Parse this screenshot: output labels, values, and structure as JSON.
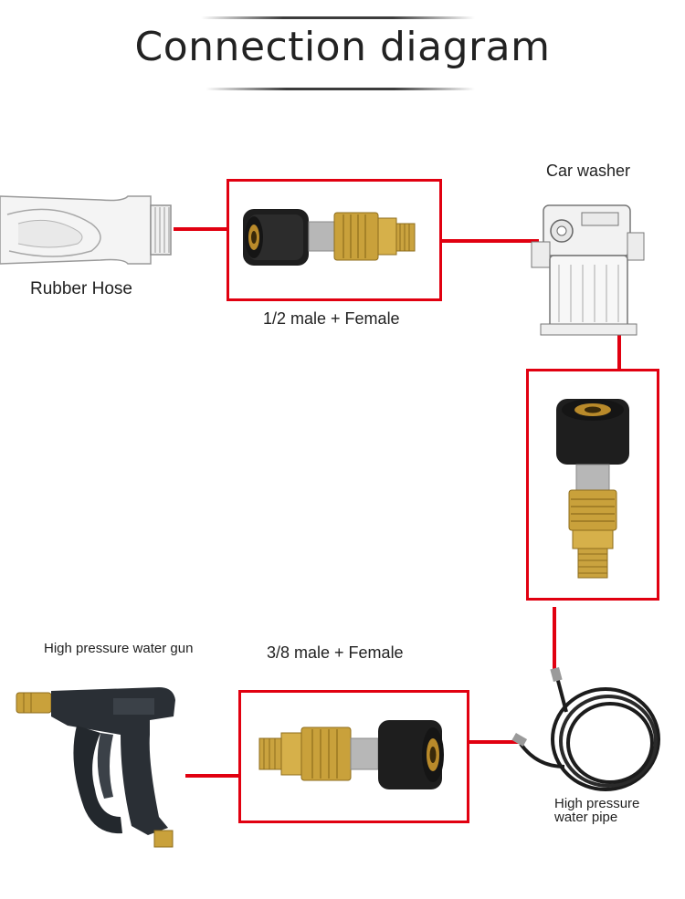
{
  "title": "Connection diagram",
  "labels": {
    "rubber_hose": "Rubber Hose",
    "car_washer": "Car washer",
    "adapter_half": "1/2 male + Female",
    "adapter_three_eighths": "3/8 male + Female",
    "water_gun": "High pressure water gun",
    "water_pipe_line1": "High pressure",
    "water_pipe_line2": "water pipe"
  },
  "colors": {
    "connector_line": "#e10010",
    "brass": "#c9a13b",
    "nut": "#1e1e1e"
  },
  "nodes": [
    {
      "id": "rubber-hose",
      "icon": "rubber-hose-icon"
    },
    {
      "id": "adapter-half",
      "icon": "quick-connect-adapter-icon"
    },
    {
      "id": "car-washer",
      "icon": "pressure-pump-icon"
    },
    {
      "id": "adapter-vertical",
      "icon": "quick-connect-adapter-icon"
    },
    {
      "id": "water-pipe",
      "icon": "coiled-hose-icon"
    },
    {
      "id": "adapter-three-eighths",
      "icon": "quick-connect-adapter-icon"
    },
    {
      "id": "water-gun",
      "icon": "spray-gun-icon"
    }
  ]
}
